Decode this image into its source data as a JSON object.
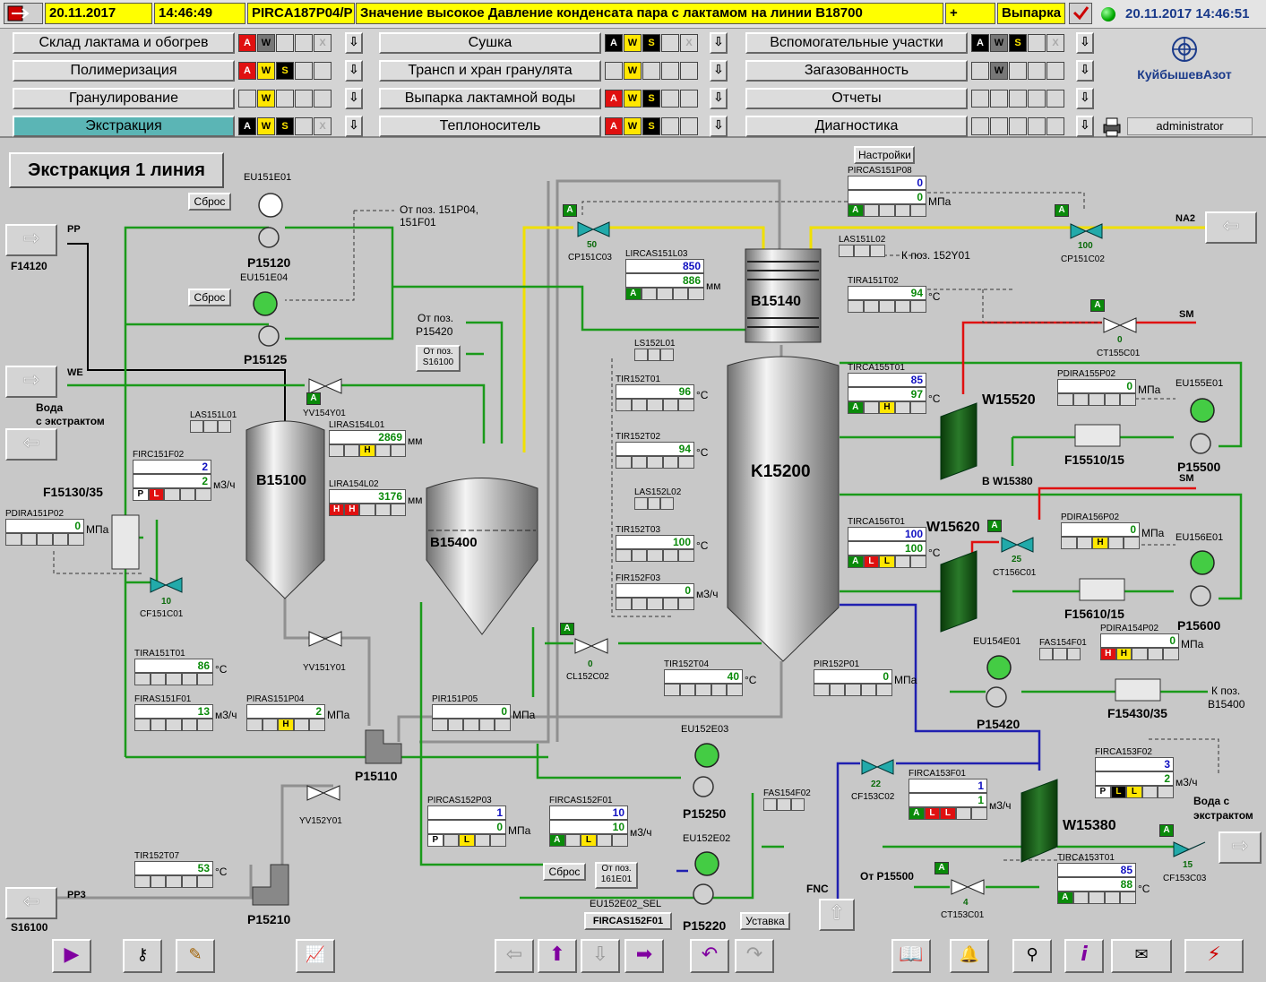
{
  "alarm": {
    "date": "20.11.2017",
    "time": "14:46:49",
    "tag": "PIRCA187P04/P",
    "message": "Значение высокое Давление конденсата пара с лактамом на линии B18700",
    "plus": "+",
    "area": "Выпарка",
    "clock": "20.11.2017 14:46:51"
  },
  "nav": {
    "col1": [
      "Склад лактама и обогрев",
      "Полимеризация",
      "Гранулирование",
      "Экстракция"
    ],
    "col2": [
      "Сушка",
      "Трансп и хран гранулята",
      "Выпарка лактамной воды",
      "Теплоноситель"
    ],
    "col3": [
      "Вспомогательные участки",
      "Загазованность",
      "Отчеты",
      "Диагностика"
    ],
    "logo": "КуйбышевАзот",
    "user": "administrator"
  },
  "screen": {
    "title": "Экстракция 1 линия",
    "settings_btn": "Настройки",
    "reset": "Сброс",
    "setpoint_btn": "Уставка",
    "sel_btn": "FIRCAS152F01",
    "sel_label": "EU152E02_SEL"
  },
  "labels": {
    "PP": "PP",
    "F14120": "F14120",
    "WE": "WE",
    "water": "Вода",
    "water2": "с экстрактом",
    "F15130": "F15130/35",
    "PP3": "PP3",
    "S16100": "S16100",
    "NA2": "NA2",
    "SM": "SM",
    "from151": "От поз. 151P04,",
    "from151b": "151F01",
    "fromP15420": "От поз.",
    "fromP15420b": "P15420",
    "fromS16100": "От поз.",
    "fromS16100b": "S16100",
    "to152": "К поз. 152Y01",
    "toB15380": "B W15380",
    "toB15400": "К поз.",
    "toB15400b": "B15400",
    "fromP15500": "От P15500",
    "FNC": "FNC",
    "waterOut": "Вода с",
    "waterOut2": "экстрактом",
    "from161": "От поз.",
    "from161b": "161E01"
  },
  "equip": {
    "B15100": "B15100",
    "B15400": "B15400",
    "B15140": "B15140",
    "K15200": "K15200",
    "W15520": "W15520",
    "W15620": "W15620",
    "W15380": "W15380",
    "P15120": "P15120",
    "P15125": "P15125",
    "P15110": "P15110",
    "P15210": "P15210",
    "P15250": "P15250",
    "P15220": "P15220",
    "P15500": "P15500",
    "P15600": "P15600",
    "P15420": "P15420",
    "F15510": "F15510/15",
    "F15610": "F15610/15",
    "F15430": "F15430/35",
    "EU151E01": "EU151E01",
    "EU151E04": "EU151E04",
    "EU152E03": "EU152E03",
    "EU152E02": "EU152E02",
    "EU155E01": "EU155E01",
    "EU156E01": "EU156E01",
    "EU154E01": "EU154E01"
  },
  "valves": {
    "CP151C03": {
      "tag": "CP151C03",
      "pos": "50"
    },
    "CP151C02": {
      "tag": "CP151C02",
      "pos": "100"
    },
    "CT155C01": {
      "tag": "CT155C01",
      "pos": "0"
    },
    "CT156C01": {
      "tag": "CT156C01",
      "pos": "25"
    },
    "CF151C01": {
      "tag": "CF151C01",
      "pos": "10"
    },
    "CL152C02": {
      "tag": "CL152C02",
      "pos": "0"
    },
    "CF153C02": {
      "tag": "CF153C02",
      "pos": "22"
    },
    "CT153C01": {
      "tag": "CT153C01",
      "pos": "4"
    },
    "CF153C03": {
      "tag": "CF153C03",
      "pos": "15"
    },
    "YV154Y01": "YV154Y01",
    "YV151Y01": "YV151Y01",
    "YV152Y01": "YV152Y01"
  },
  "inst": {
    "PIRCAS151P08": {
      "tag": "PIRCAS151P08",
      "sp": "0",
      "pv": "0",
      "unit": "МПа"
    },
    "LIRCAS151L03": {
      "tag": "LIRCAS151L03",
      "sp": "850",
      "pv": "886",
      "unit": "мм"
    },
    "TIRA151T02": {
      "tag": "TIRA151T02",
      "pv": "94",
      "unit": "°C"
    },
    "LAS151L02": "LAS151L02",
    "LS152L01": "LS152L01",
    "TIR152T01": {
      "tag": "TIR152T01",
      "pv": "96",
      "unit": "°C"
    },
    "TIR152T02": {
      "tag": "TIR152T02",
      "pv": "94",
      "unit": "°C"
    },
    "LAS152L02": "LAS152L02",
    "TIR152T03": {
      "tag": "TIR152T03",
      "pv": "100",
      "unit": "°C"
    },
    "FIR152F03": {
      "tag": "FIR152F03",
      "pv": "0",
      "unit": "м3/ч"
    },
    "TIRCA155T01": {
      "tag": "TIRCA155T01",
      "sp": "85",
      "pv": "97",
      "unit": "°C"
    },
    "PDIRA155P02": {
      "tag": "PDIRA155P02",
      "pv": "0",
      "unit": "МПа"
    },
    "TIRCA156T01": {
      "tag": "TIRCA156T01",
      "sp": "100",
      "pv": "100",
      "unit": "°C"
    },
    "PDIRA156P02": {
      "tag": "PDIRA156P02",
      "pv": "0",
      "unit": "МПа"
    },
    "FAS154F01": "FAS154F01",
    "PDIRA154P02": {
      "tag": "PDIRA154P02",
      "pv": "0",
      "unit": "МПа"
    },
    "TIR152T04": {
      "tag": "TIR152T04",
      "pv": "40",
      "unit": "°C"
    },
    "PIR152P01": {
      "tag": "PIR152P01",
      "pv": "0",
      "unit": "МПа"
    },
    "LAS151L01": "LAS151L01",
    "LIRAS154L01": {
      "tag": "LIRAS154L01",
      "pv": "2869",
      "unit": "мм"
    },
    "LIRA154L02": {
      "tag": "LIRA154L02",
      "pv": "3176",
      "unit": "мм"
    },
    "FIRC151F02": {
      "tag": "FIRC151F02",
      "sp": "2",
      "pv": "2",
      "unit": "м3/ч"
    },
    "PDIRA151P02": {
      "tag": "PDIRA151P02",
      "pv": "0",
      "unit": "МПа"
    },
    "TIRA151T01": {
      "tag": "TIRA151T01",
      "pv": "86",
      "unit": "°C"
    },
    "FIRAS151F01": {
      "tag": "FIRAS151F01",
      "pv": "13",
      "unit": "м3/ч"
    },
    "PIRAS151P04": {
      "tag": "PIRAS151P04",
      "pv": "2",
      "unit": "МПа"
    },
    "PIR151P05": {
      "tag": "PIR151P05",
      "pv": "0",
      "unit": "МПа"
    },
    "PIRCAS152P03": {
      "tag": "PIRCAS152P03",
      "sp": "1",
      "pv": "0",
      "unit": "МПа"
    },
    "FIRCAS152F01": {
      "tag": "FIRCAS152F01",
      "sp": "10",
      "pv": "10",
      "unit": "м3/ч"
    },
    "FAS154F02": "FAS154F02",
    "TIR152T07": {
      "tag": "TIR152T07",
      "pv": "53",
      "unit": "°C"
    },
    "FIRCA153F02": {
      "tag": "FIRCA153F02",
      "sp": "3",
      "pv": "2",
      "unit": "м3/ч"
    },
    "FIRCA153F01": {
      "tag": "FIRCA153F01",
      "sp": "1",
      "pv": "1",
      "unit": "м3/ч"
    },
    "TIRCA153T01": {
      "tag": "TIRCA153T01",
      "sp": "85",
      "pv": "88",
      "unit": "°C"
    }
  }
}
